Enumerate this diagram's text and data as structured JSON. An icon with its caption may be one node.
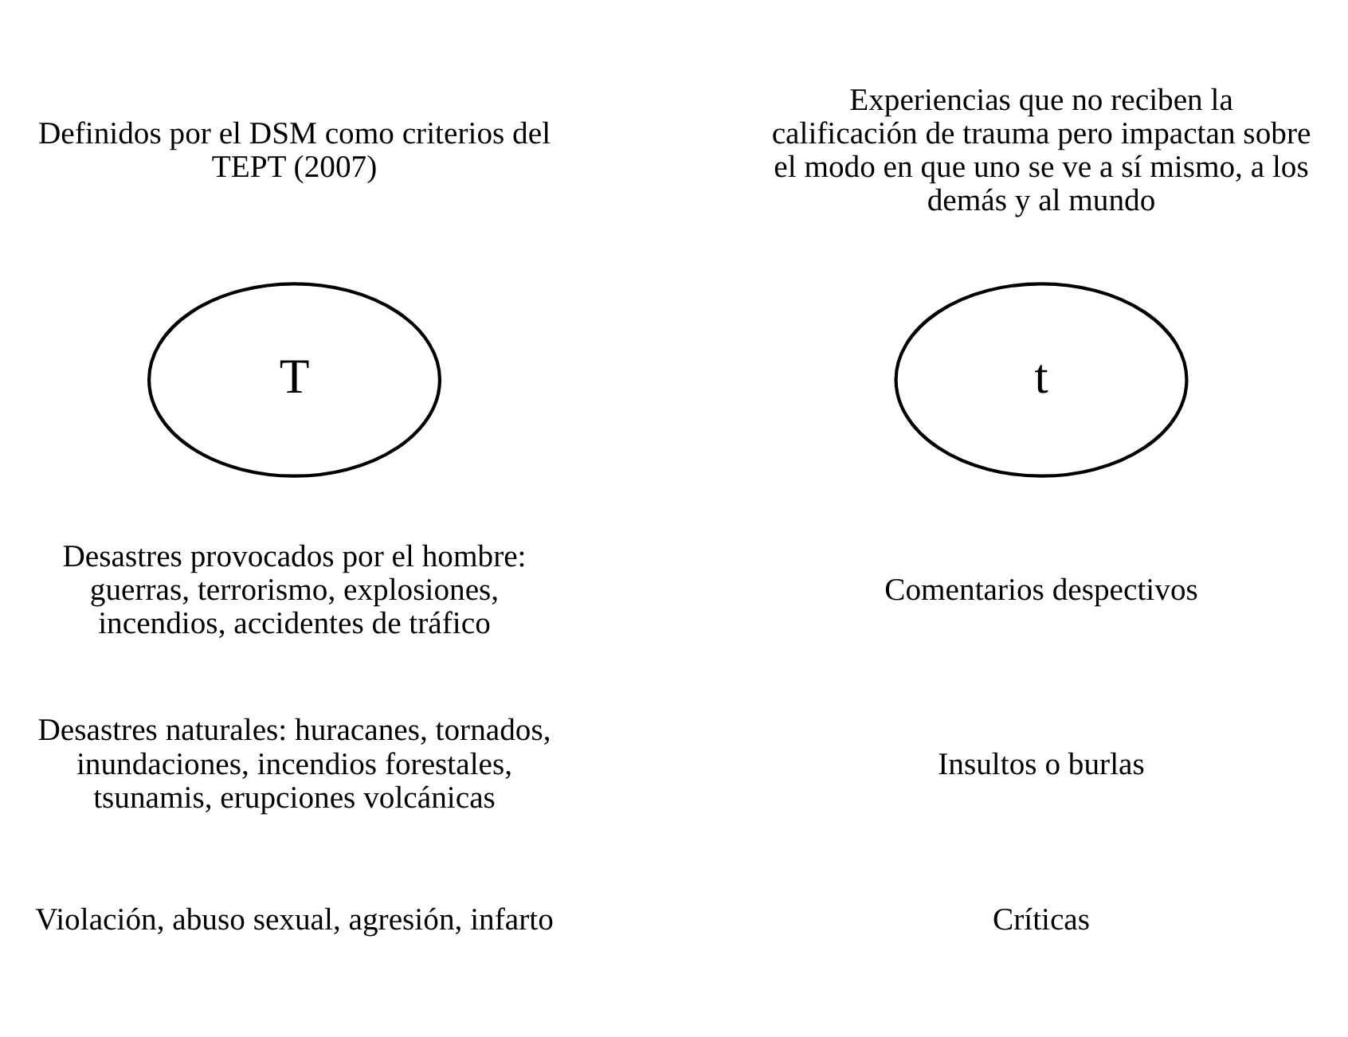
{
  "diagram": {
    "nodes": [
      {
        "text": [
          "T"
        ],
        "beside": [
          "Definidos por el DSM como criterios del TEPT (2007)"
        ]
      },
      {
        "text": [
          "t"
        ],
        "beside": [
          "Experiencias que no reciben la calificación de trauma pero impactan sobre el modo en que uno se ve a sí mismo, a los demás y al mundo"
        ]
      }
    ],
    "edges": [],
    "labels": [
      "Desastres provocados por el hombre: guerras, terrorismo, explosiones, incendios, accidentes de tráfico",
      "Comentarios despectivos",
      "Desastres naturales: huracanes, tornados, inundaciones, incendios forestales, tsunamis, erupciones volcánicas",
      "Insultos o burlas",
      "Violación, abuso sexual, agresión, infarto",
      "Críticas"
    ]
  }
}
